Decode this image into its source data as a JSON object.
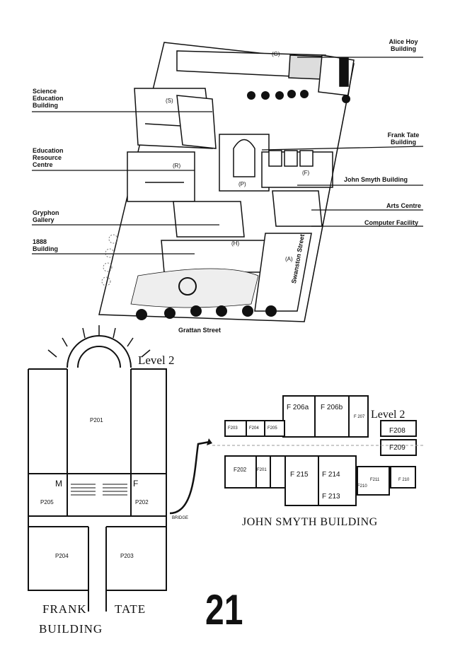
{
  "campus": {
    "labels_left": [
      "Science Education Building",
      "Education Resource Centre",
      "Gryphon Gallery",
      "1888 Building"
    ],
    "label_science": [
      "Science",
      "Education",
      "Building"
    ],
    "label_erc": [
      "Education",
      "Resource",
      "Centre"
    ],
    "label_gryphon": [
      "Gryphon",
      "Gallery"
    ],
    "label_1888": [
      "1888",
      "Building"
    ],
    "label_alice": [
      "Alice Hoy",
      "Building"
    ],
    "label_franktate": [
      "Frank Tate",
      "Building"
    ],
    "label_johnsmyth": "John Smyth Building",
    "label_arts": "Arts Centre",
    "label_computer": "Computer Facility",
    "street_south": "Grattan Street",
    "street_east": "Swanston Street",
    "block_codes": [
      "(G)",
      "(S)",
      "(R)",
      "(P)",
      "(F)",
      "(H)",
      "(A)"
    ]
  },
  "frank_tate": {
    "level": "Level 2",
    "rooms": [
      "P201",
      "P205",
      "P202",
      "P204",
      "P203"
    ],
    "marks": [
      "M",
      "F"
    ],
    "bridge": "BRIDGE",
    "title_words": [
      "FRANK",
      "TATE",
      "BUILDING"
    ]
  },
  "john_smyth": {
    "level": "Level 2",
    "rooms_top": [
      "F 206a",
      "F 206b",
      "F 207"
    ],
    "rooms_left": [
      "F203",
      "F204",
      "F205"
    ],
    "rooms_right": [
      "F208",
      "F209",
      "F210",
      "F211",
      "F 210"
    ],
    "rooms_mid": [
      "F202",
      "F201",
      "F 215",
      "F 214",
      "F 213"
    ],
    "title": "JOHN SMYTH BUILDING"
  },
  "page_number": "21"
}
